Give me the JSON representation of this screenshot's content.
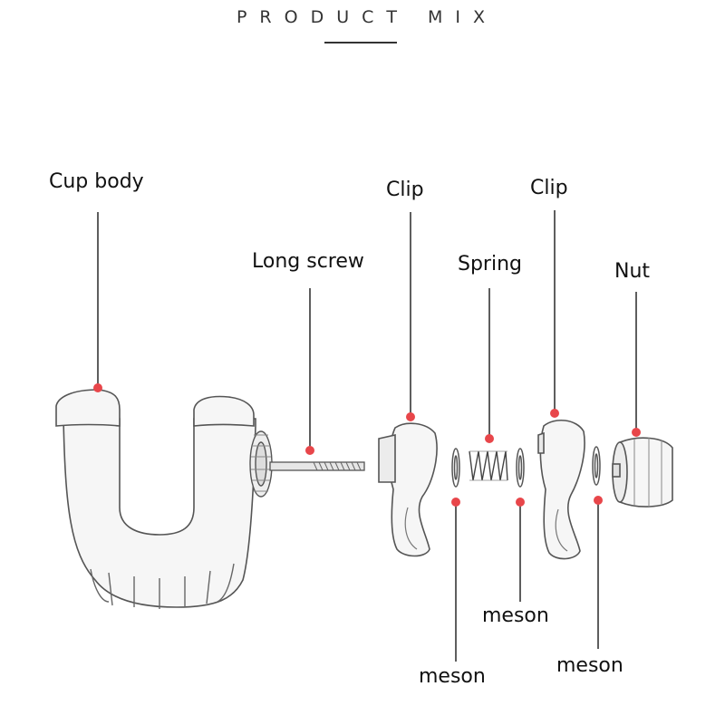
{
  "header": {
    "title": "PRODUCT MIX"
  },
  "parts": {
    "cup_body": "Cup body",
    "long_screw": "Long screw",
    "clip_left": "Clip",
    "spring": "Spring",
    "clip_right": "Clip",
    "nut": "Nut",
    "meson_left": "meson",
    "meson_middle": "meson",
    "meson_right": "meson"
  },
  "colors": {
    "marker": "#e8464a",
    "line": "#1a1a1a",
    "part_fill": "#f6f6f6",
    "part_stroke": "#555555"
  }
}
